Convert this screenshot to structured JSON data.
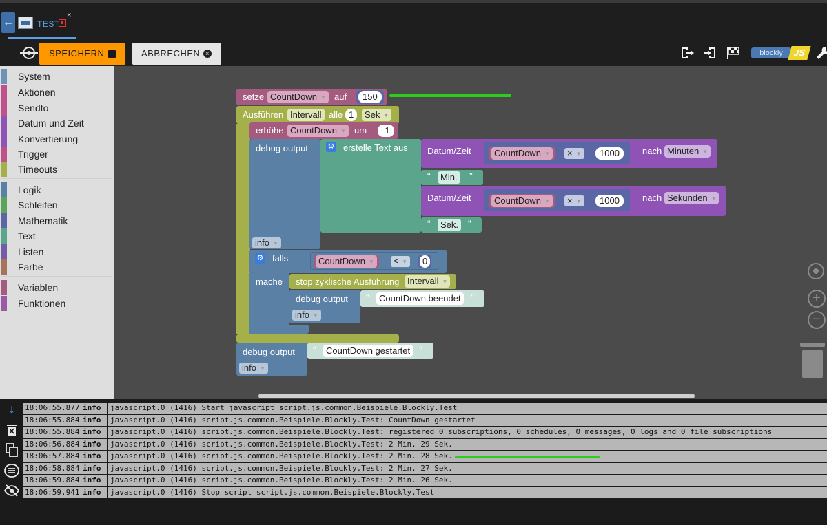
{
  "tab": {
    "label": "TEST",
    "close": "×"
  },
  "toolbar": {
    "save_label": "SPEICHERN",
    "cancel_label": "ABBRECHEN",
    "cancel_icon": "×",
    "blockly_label": "blockly",
    "js_label": "JS"
  },
  "categories": [
    {
      "label": "System",
      "color": "#6e93b8"
    },
    {
      "label": "Aktionen",
      "color": "#c0508a"
    },
    {
      "label": "Sendto",
      "color": "#c0508a"
    },
    {
      "label": "Datum und Zeit",
      "color": "#8e53b5"
    },
    {
      "label": "Konvertierung",
      "color": "#8e53b5"
    },
    {
      "label": "Trigger",
      "color": "#c0508a"
    },
    {
      "label": "Timeouts",
      "color": "#a5b04a"
    },
    {
      "label": "Logik",
      "color": "#5b80a5"
    },
    {
      "label": "Schleifen",
      "color": "#5ba55b"
    },
    {
      "label": "Mathematik",
      "color": "#5b67a5"
    },
    {
      "label": "Text",
      "color": "#5ba58c"
    },
    {
      "label": "Listen",
      "color": "#745ba5"
    },
    {
      "label": "Farbe",
      "color": "#a5745b"
    },
    {
      "label": "Variablen",
      "color": "#a55b80"
    },
    {
      "label": "Funktionen",
      "color": "#995ba5"
    }
  ],
  "blocks": {
    "setze": "setze",
    "var": "CountDown",
    "auf": "auf",
    "start_value": "150",
    "ausfuehren": "Ausführen",
    "intervall": "Intervall",
    "alle": "alle",
    "interval_num": "1",
    "sek": "Sek",
    "erhoehe": "erhöhe",
    "um": "um",
    "step": "-1",
    "debug_output": "debug output",
    "erstelle_text": "erstelle Text aus",
    "datum_zeit": "Datum/Zeit",
    "mult": "×",
    "factor": "1000",
    "nach": "nach",
    "minuten": "Minuten",
    "sekunden": "Sekunden",
    "min_text": "Min.",
    "sek_text": "Sek.",
    "info": "info",
    "falls": "falls",
    "compare_op": "≤",
    "compare_val": "0",
    "mache": "mache",
    "stop": "stop zyklische Ausführung",
    "countdown_beendet": "CountDown beendet",
    "countdown_gestartet": "CountDown gestartet"
  },
  "log": [
    {
      "time": "18:06:55.877",
      "level": "info",
      "msg": "javascript.0 (1416) Start javascript script.js.common.Beispiele.Blockly.Test"
    },
    {
      "time": "18:06:55.884",
      "level": "info",
      "msg": "javascript.0 (1416) script.js.common.Beispiele.Blockly.Test: CountDown gestartet"
    },
    {
      "time": "18:06:55.884",
      "level": "info",
      "msg": "javascript.0 (1416) script.js.common.Beispiele.Blockly.Test: registered 0 subscriptions, 0 schedules, 0 messages, 0 logs and 0 file subscriptions"
    },
    {
      "time": "18:06:56.884",
      "level": "info",
      "msg": "javascript.0 (1416) script.js.common.Beispiele.Blockly.Test: 2 Min. 29 Sek."
    },
    {
      "time": "18:06:57.884",
      "level": "info",
      "msg": "javascript.0 (1416) script.js.common.Beispiele.Blockly.Test: 2 Min. 28 Sek."
    },
    {
      "time": "18:06:58.884",
      "level": "info",
      "msg": "javascript.0 (1416) script.js.common.Beispiele.Blockly.Test: 2 Min. 27 Sek."
    },
    {
      "time": "18:06:59.884",
      "level": "info",
      "msg": "javascript.0 (1416) script.js.common.Beispiele.Blockly.Test: 2 Min. 26 Sek."
    },
    {
      "time": "18:06:59.941",
      "level": "info",
      "msg": "javascript.0 (1416) Stop script script.js.common.Beispiele.Blockly.Test"
    }
  ],
  "colors": {
    "save": "#ff9800",
    "variable_block": "#a55b80",
    "timeout_block": "#a5b04a",
    "debug_block": "#5b80a5",
    "text_block": "#5ba58c",
    "datetime_block": "#8e53b5",
    "highlight": "#2ecc1e"
  },
  "icons": {
    "back": "arrow-left-icon",
    "target": "target-icon",
    "save": "floppy-icon",
    "export": "export-icon",
    "import": "import-icon",
    "flag": "checkered-flag-icon",
    "wrench": "wrench-icon",
    "trash": "trash-icon"
  }
}
